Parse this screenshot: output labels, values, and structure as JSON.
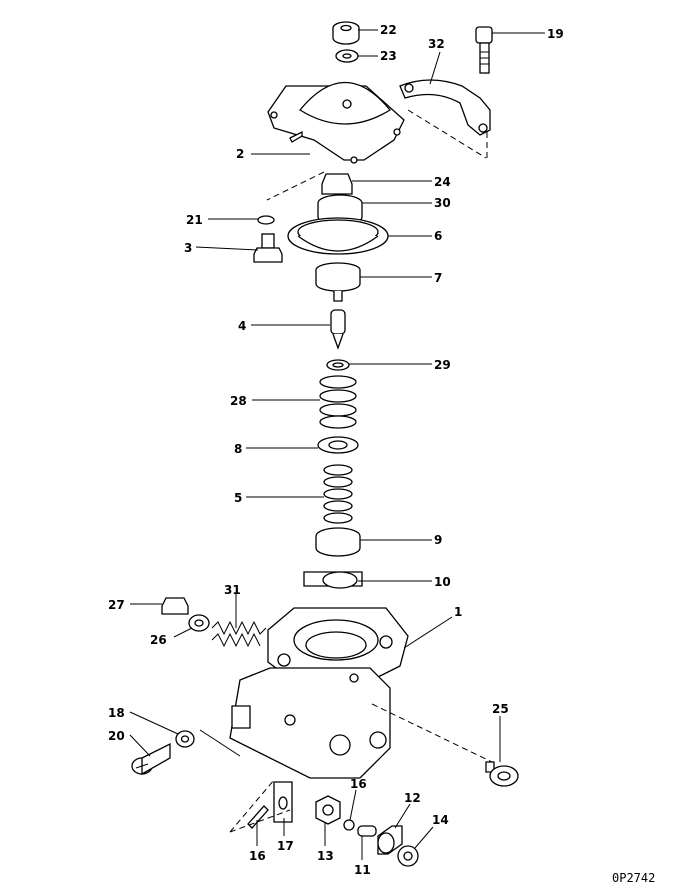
{
  "diagram_code": "0P2742",
  "callouts": [
    {
      "id": "22",
      "label": "22"
    },
    {
      "id": "23",
      "label": "23"
    },
    {
      "id": "19",
      "label": "19"
    },
    {
      "id": "32",
      "label": "32"
    },
    {
      "id": "2",
      "label": "2"
    },
    {
      "id": "24",
      "label": "24"
    },
    {
      "id": "30",
      "label": "30"
    },
    {
      "id": "21",
      "label": "21"
    },
    {
      "id": "6",
      "label": "6"
    },
    {
      "id": "3",
      "label": "3"
    },
    {
      "id": "7",
      "label": "7"
    },
    {
      "id": "4",
      "label": "4"
    },
    {
      "id": "29",
      "label": "29"
    },
    {
      "id": "28",
      "label": "28"
    },
    {
      "id": "8",
      "label": "8"
    },
    {
      "id": "5",
      "label": "5"
    },
    {
      "id": "9",
      "label": "9"
    },
    {
      "id": "10",
      "label": "10"
    },
    {
      "id": "27",
      "label": "27"
    },
    {
      "id": "31",
      "label": "31"
    },
    {
      "id": "1",
      "label": "1"
    },
    {
      "id": "26",
      "label": "26"
    },
    {
      "id": "25",
      "label": "25"
    },
    {
      "id": "18",
      "label": "18"
    },
    {
      "id": "20",
      "label": "20"
    },
    {
      "id": "16a",
      "label": "16"
    },
    {
      "id": "12",
      "label": "12"
    },
    {
      "id": "14",
      "label": "14"
    },
    {
      "id": "16b",
      "label": "16"
    },
    {
      "id": "17",
      "label": "17"
    },
    {
      "id": "13",
      "label": "13"
    },
    {
      "id": "11",
      "label": "11"
    }
  ]
}
